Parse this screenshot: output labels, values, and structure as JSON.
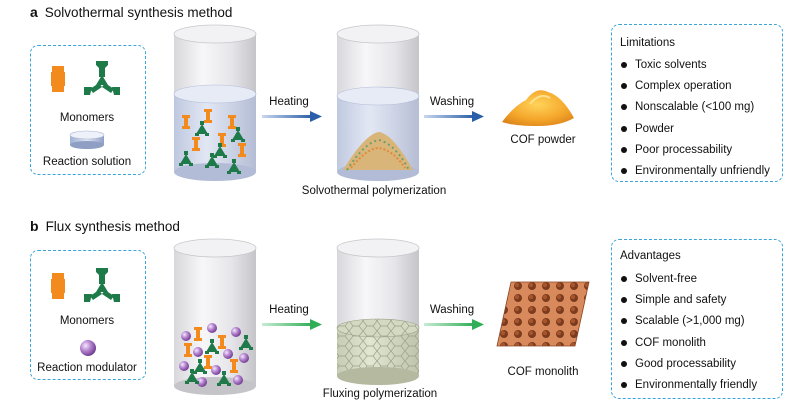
{
  "panel_a": {
    "letter": "a",
    "title": "Solvothermal synthesis method",
    "monomers_label": "Monomers",
    "solution_label": "Reaction solution",
    "step1_label": "Heating",
    "step2_label": "Washing",
    "process_label": "Solvothermal polymerization",
    "product_label": "COF powder",
    "side_title": "Limitations",
    "side_items": [
      "Toxic solvents",
      "Complex operation",
      "Nonscalable (<100 mg)",
      "Powder",
      "Poor processability",
      "Environmentally unfriendly"
    ]
  },
  "panel_b": {
    "letter": "b",
    "title": "Flux synthesis method",
    "monomers_label": "Monomers",
    "modulator_label": "Reaction modulator",
    "step1_label": "Heating",
    "step2_label": "Washing",
    "process_label": "Fluxing polymerization",
    "product_label": "COF monolith",
    "side_title": "Advantages",
    "side_items": [
      "Solvent-free",
      "Simple and safety",
      "Scalable (>1,000 mg)",
      "COF monolith",
      "Good processability",
      "Environmentally friendly"
    ]
  },
  "colors": {
    "box_border": "#3aa3dc",
    "monomer_orange": "#f28a1e",
    "monomer_green": "#1f7a4a",
    "arrow_blue": "#2b5ea8",
    "arrow_green": "#2fae57",
    "modulator_purple": "#9a5fb8",
    "powder_orange": "#f4a62a",
    "monolith_brown": "#c8754a"
  },
  "icons": [
    "linear-monomer-icon",
    "tripodal-monomer-icon",
    "solution-disc-icon",
    "modulator-sphere-icon"
  ]
}
